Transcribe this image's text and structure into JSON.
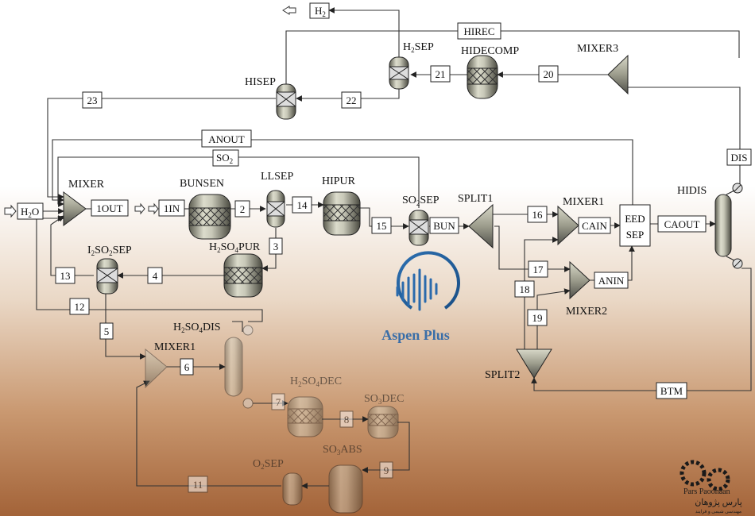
{
  "units": {
    "mixer": "MIXER",
    "bunsen": "BUNSEN",
    "llsep": "LLSEP",
    "hipur": "HIPUR",
    "so2sep": "SO",
    "split1": "SPLIT1",
    "mixer1_top": "MIXER1",
    "hidis": "HIDIS",
    "h2so4pur": "H",
    "i2so2sep": "I",
    "mixer2": "MIXER2",
    "h2so4dis": "H",
    "mixer1_low": "MIXER1",
    "split2": "SPLIT2",
    "h2so4dec": "H",
    "so3dec": "SO",
    "so3abs": "SO",
    "o2sep": "O",
    "hisep": "HISEP",
    "h2sep": "H",
    "hidecomp": "HIDECOMP",
    "mixer3": "MIXER3"
  },
  "streams": {
    "h2": "H",
    "hirec": "HIREC",
    "s21": "21",
    "s20": "20",
    "s22": "22",
    "s23": "23",
    "anout": "ANOUT",
    "so2": "SO",
    "h2o": "H",
    "s1out": "1OUT",
    "s1in": "1IN",
    "s2": "2",
    "s14": "14",
    "s15": "15",
    "bun": "BUN",
    "s16": "16",
    "cain": "CAIN",
    "caout": "CAOUT",
    "dis": "DIS",
    "s3": "3",
    "s4": "4",
    "s13": "13",
    "s12": "12",
    "s5": "5",
    "s6": "6",
    "s7": "7",
    "s8": "8",
    "s9": "9",
    "s11": "11",
    "s17": "17",
    "anin": "ANIN",
    "s18": "18",
    "s19": "19",
    "btm": "BTM"
  },
  "eedsep": {
    "line1": "EED",
    "line2": "SEP"
  },
  "subscripts": {
    "two": "2",
    "four": "4",
    "three": "3"
  },
  "brand": {
    "name": "Aspen Plus"
  },
  "watermark": {
    "company": "Pars Paoohaan",
    "persian": "پارس پژوهان",
    "tagline": "مهندسی شیمی و فرایند"
  }
}
